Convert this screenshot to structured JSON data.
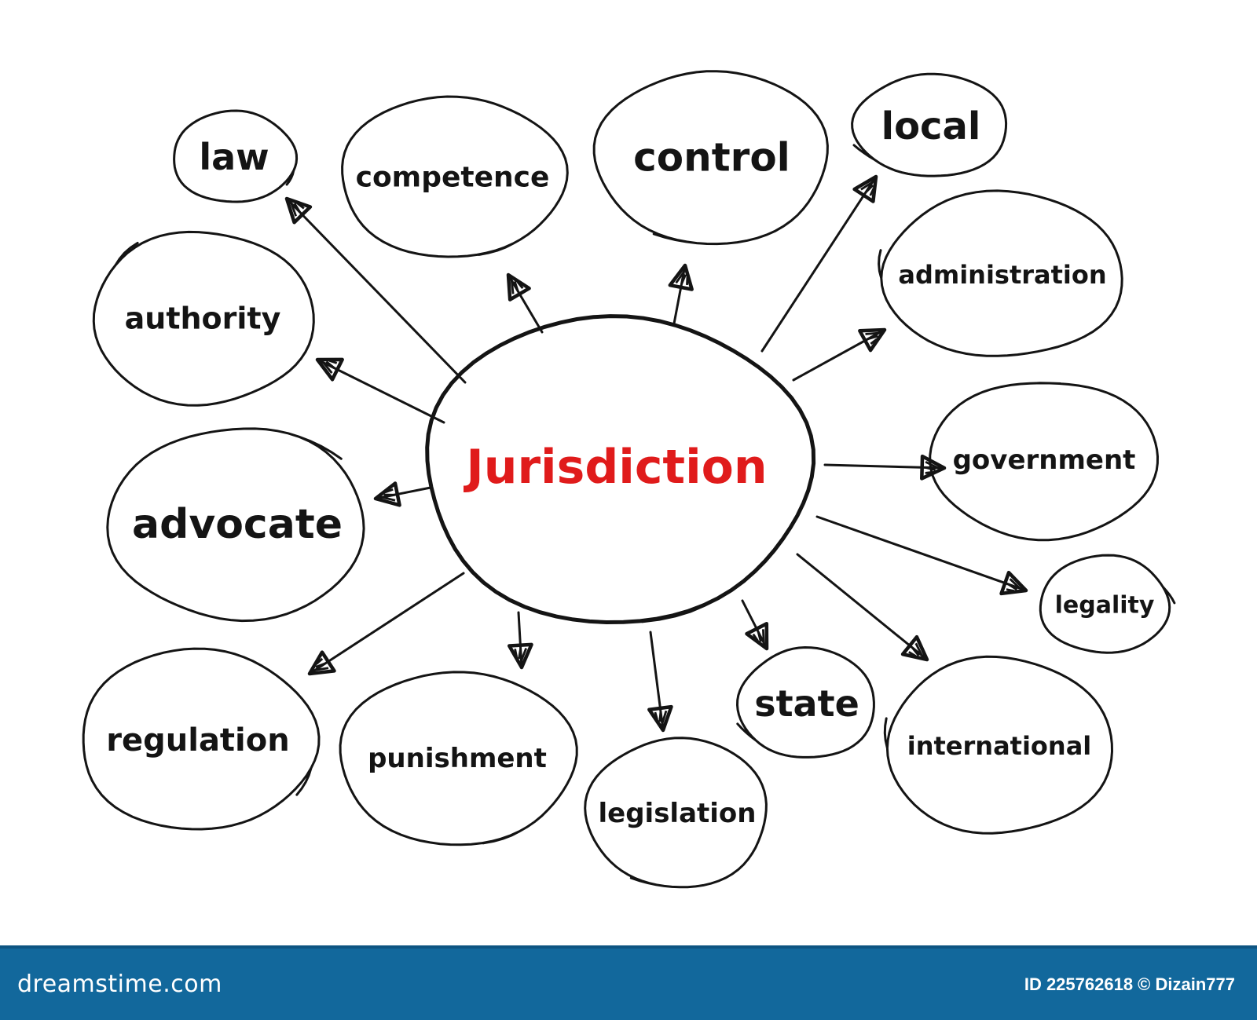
{
  "colors": {
    "background": "#ffffff",
    "ink": "#141414",
    "center_text": "#e01b1b",
    "footer_bg": "#12689c",
    "footer_stripe": "#0e5582",
    "footer_text": "#ffffff"
  },
  "center": {
    "label": "Jurisdiction"
  },
  "nodes": [
    {
      "id": "law",
      "label": "law"
    },
    {
      "id": "competence",
      "label": "competence"
    },
    {
      "id": "control",
      "label": "control"
    },
    {
      "id": "local",
      "label": "local"
    },
    {
      "id": "administration",
      "label": "administration"
    },
    {
      "id": "authority",
      "label": "authority"
    },
    {
      "id": "government",
      "label": "government"
    },
    {
      "id": "advocate",
      "label": "advocate"
    },
    {
      "id": "legality",
      "label": "legality"
    },
    {
      "id": "regulation",
      "label": "regulation"
    },
    {
      "id": "punishment",
      "label": "punishment"
    },
    {
      "id": "legislation",
      "label": "legislation"
    },
    {
      "id": "state",
      "label": "state"
    },
    {
      "id": "international",
      "label": "international"
    }
  ],
  "footer": {
    "brand": "dreamstime.com",
    "credit": "ID 225762618 © Dizain777"
  }
}
